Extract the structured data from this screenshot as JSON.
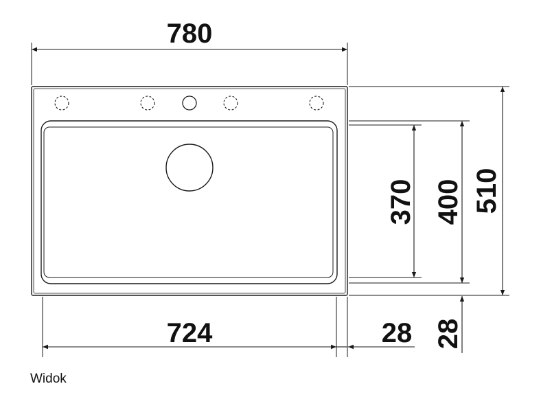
{
  "dimensions": {
    "overall_width": "780",
    "bowl_width": "724",
    "side_margin": "28",
    "bottom_margin": "28",
    "bowl_depth_inner": "370",
    "bowl_depth": "400",
    "overall_depth": "510"
  },
  "caption": "Widok",
  "colors": {
    "line": "#1a1a1a",
    "background": "#ffffff"
  }
}
